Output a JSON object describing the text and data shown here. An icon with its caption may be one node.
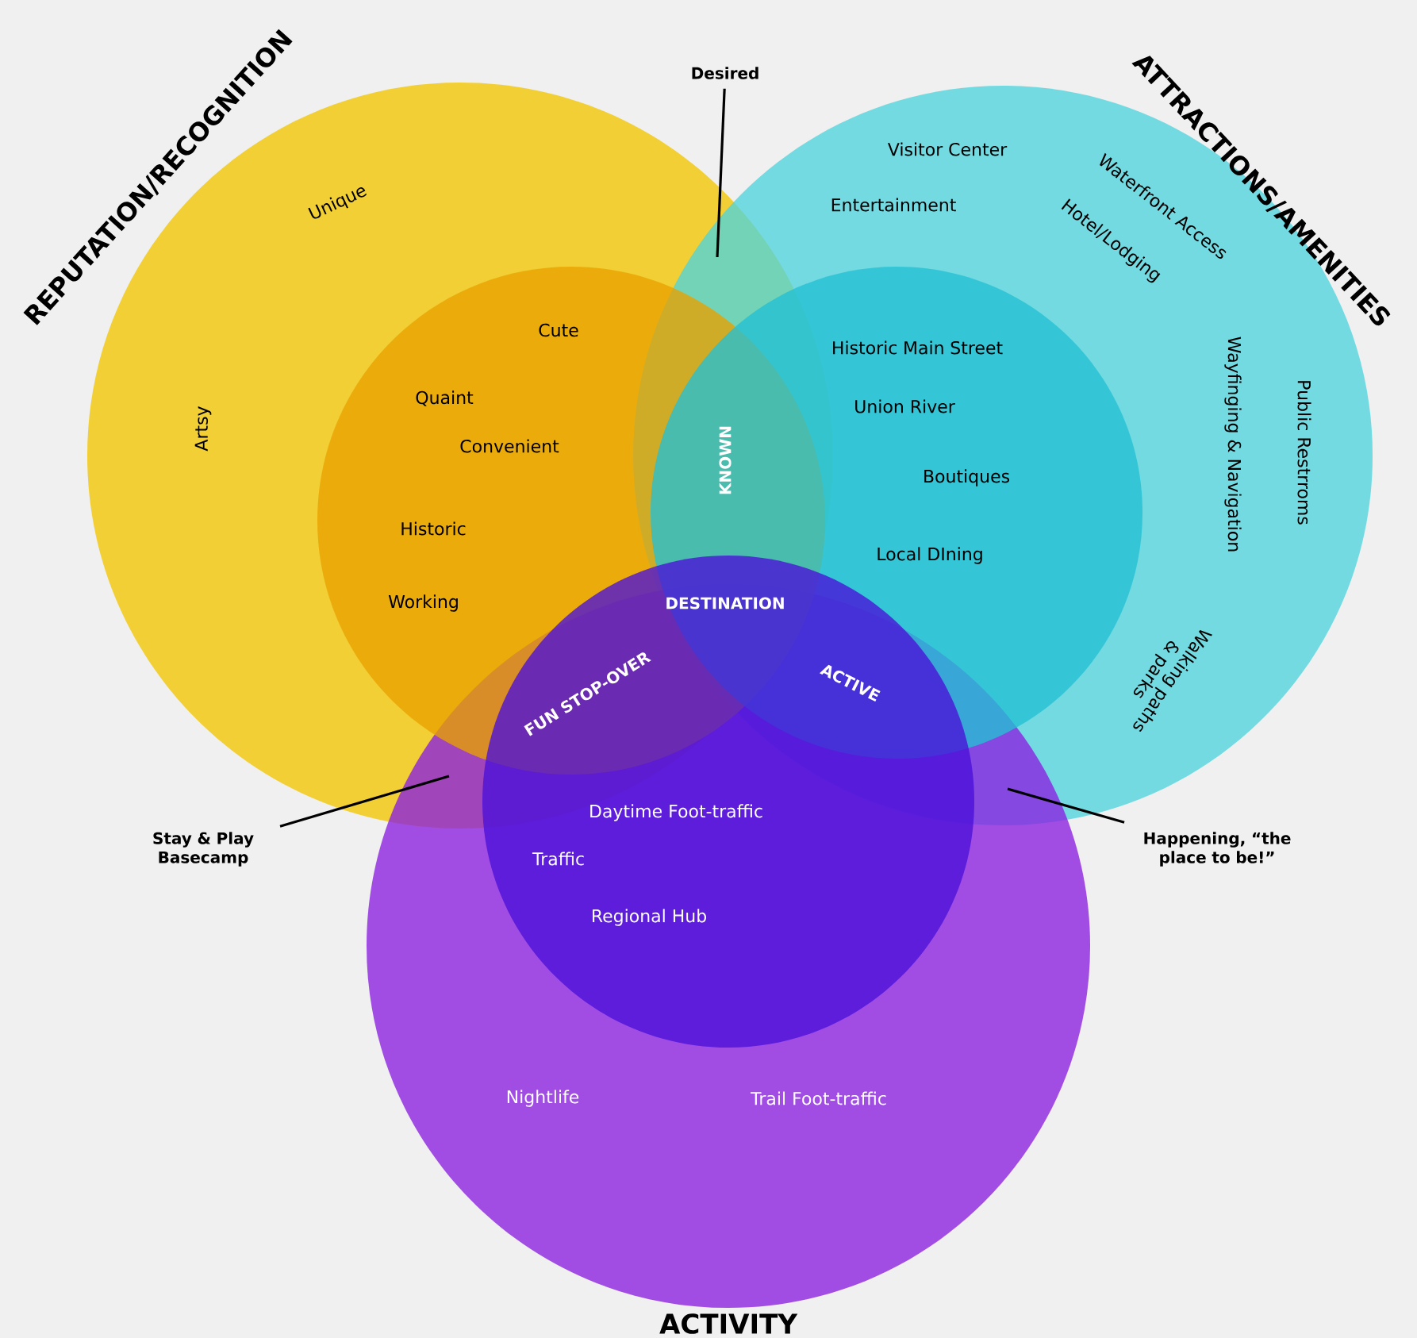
{
  "diagram": {
    "nodes": [
      {
        "text": [
          "REPUTATION/RECOGNITION",
          "Unique",
          "Artsy"
        ]
      },
      {
        "text": [
          "ATTRACTIONS/AMENITIES",
          "Visitor Center",
          "Entertainment",
          "Waterfront Access",
          "Hotel/Lodging",
          "Wayfinging & Navigation",
          "Public Restrroms",
          "Walking paths & parks"
        ]
      },
      {
        "text": [
          "ACTIVITY",
          "Nightlife",
          "Trail Foot-traffic"
        ]
      },
      {
        "text": [
          "Cute",
          "Quaint",
          "Convenient",
          "Historic",
          "Working"
        ],
        "in": 0
      },
      {
        "text": [
          "Historic Main Street",
          "Union River",
          "Boutiques",
          "Local DIning"
        ],
        "in": 1
      },
      {
        "text": [
          "Daytime Foot-traffic",
          "Traffic",
          "Regional Hub"
        ],
        "in": 2
      },
      {
        "text": [
          "Desired"
        ]
      },
      {
        "text": [
          "Stay & Play Basecamp"
        ]
      },
      {
        "text": [
          "Happening, “the place to be!”"
        ]
      }
    ],
    "edges": [
      {
        "from": 6,
        "to": null,
        "arrow": "none"
      },
      {
        "from": 7,
        "to": null,
        "arrow": "none"
      },
      {
        "from": 8,
        "to": null,
        "arrow": "none"
      }
    ],
    "labels": [
      "KNOWN",
      "DESTINATION",
      "FUN STOP-OVER",
      "ACTIVE"
    ]
  }
}
